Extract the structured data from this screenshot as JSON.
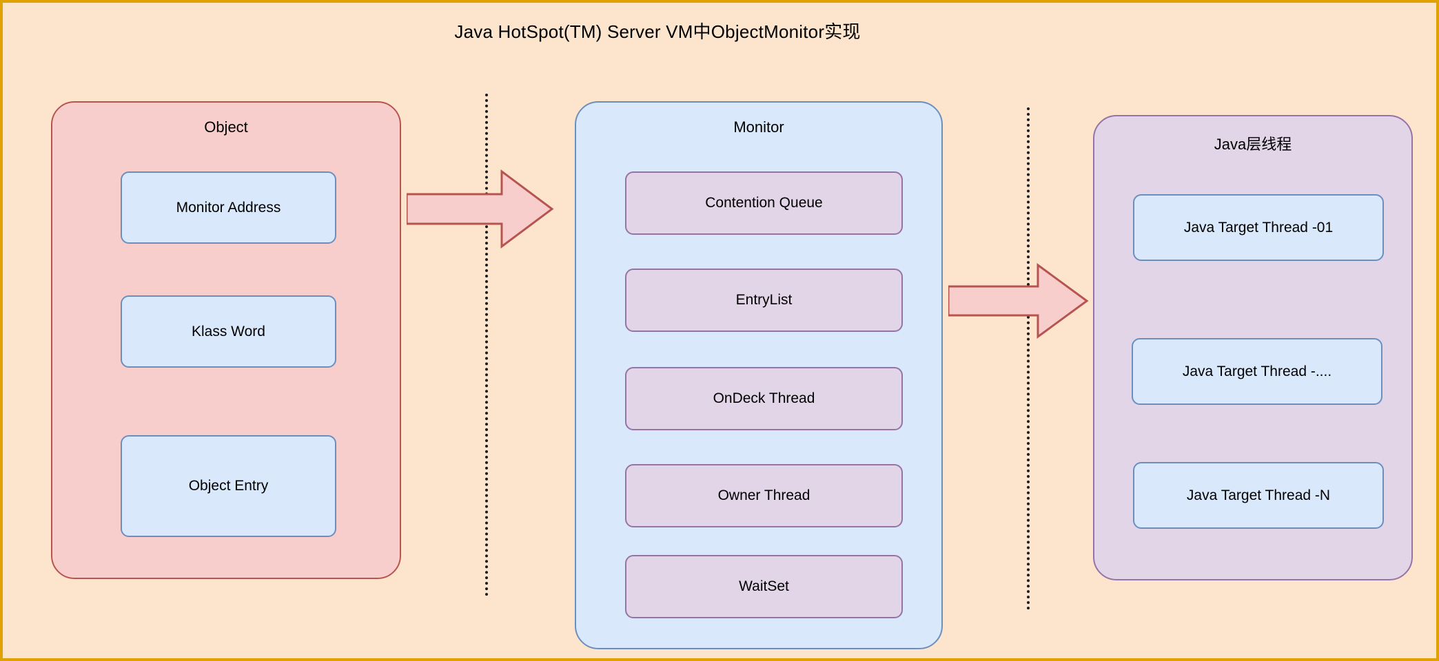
{
  "diagram": {
    "title": "Java HotSpot(TM) Server VM中ObjectMonitor实现",
    "background_color": "#fce4cd",
    "border_color": "#dfa201",
    "type": "block-diagram"
  },
  "groups": [
    {
      "key": "object",
      "label": "Object",
      "fill": "#f8cecc",
      "stroke": "#b85450",
      "items": [
        {
          "label": "Monitor Address",
          "fill": "#dae8fc",
          "stroke": "#6c8ebf"
        },
        {
          "label": "Klass Word",
          "fill": "#dae8fc",
          "stroke": "#6c8ebf"
        },
        {
          "label": "Object Entry",
          "fill": "#dae8fc",
          "stroke": "#6c8ebf"
        }
      ]
    },
    {
      "key": "monitor",
      "label": "Monitor",
      "fill": "#dae8fc",
      "stroke": "#6c8ebf",
      "items": [
        {
          "label": "Contention Queue",
          "fill": "#e1d5e7",
          "stroke": "#9673a6"
        },
        {
          "label": "EntryList",
          "fill": "#e1d5e7",
          "stroke": "#9673a6"
        },
        {
          "label": "OnDeck Thread",
          "fill": "#e1d5e7",
          "stroke": "#9673a6"
        },
        {
          "label": "Owner Thread",
          "fill": "#e1d5e7",
          "stroke": "#9673a6"
        },
        {
          "label": "WaitSet",
          "fill": "#e1d5e7",
          "stroke": "#9673a6"
        }
      ]
    },
    {
      "key": "java_threads",
      "label": "Java层线程",
      "fill": "#e1d5e7",
      "stroke": "#9673a6",
      "items": [
        {
          "label": "Java Target Thread -01",
          "fill": "#dae8fc",
          "stroke": "#6c8ebf"
        },
        {
          "label": "Java Target Thread -....",
          "fill": "#dae8fc",
          "stroke": "#6c8ebf"
        },
        {
          "label": "Java Target Thread -N",
          "fill": "#dae8fc",
          "stroke": "#6c8ebf"
        }
      ]
    }
  ],
  "arrows": [
    {
      "key": "object-to-monitor",
      "from": "Object",
      "to": "Monitor",
      "direction": "right",
      "fill": "#f8cecc",
      "stroke": "#b85450"
    },
    {
      "key": "monitor-to-java",
      "from": "Monitor",
      "to": "Java层线程",
      "direction": "right",
      "fill": "#f8cecc",
      "stroke": "#b85450"
    }
  ],
  "dividers": [
    {
      "key": "divider-left",
      "style": "dotted",
      "color": "#1a1a1a"
    },
    {
      "key": "divider-right",
      "style": "dotted",
      "color": "#1a1a1a"
    }
  ]
}
